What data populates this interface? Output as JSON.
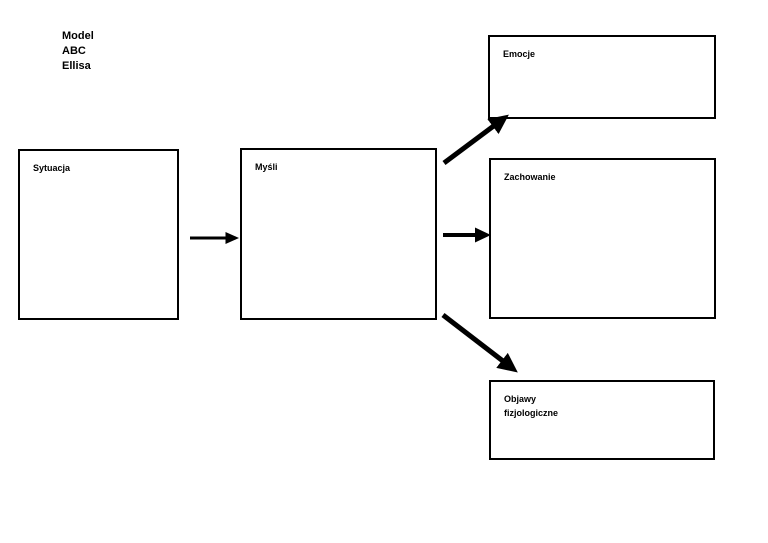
{
  "diagram": {
    "title": "Model\nABC\nEllisa",
    "title_lines": [
      "Model",
      "ABC",
      "Ellisa"
    ],
    "background_color": "#ffffff",
    "stroke_color": "#000000",
    "nodes": [
      {
        "id": "sytuacja",
        "label": "Sytuacja"
      },
      {
        "id": "mysli",
        "label": "Myśli"
      },
      {
        "id": "emocje",
        "label": "Emocje"
      },
      {
        "id": "zachowanie",
        "label": "Zachowanie"
      },
      {
        "id": "objawy",
        "label": "Objawy fizjologiczne"
      }
    ],
    "connectors": [
      {
        "id": "sytuacja-to-mysli",
        "from": "sytuacja",
        "to": "mysli",
        "direction": "right"
      },
      {
        "id": "mysli-to-emocje",
        "from": "mysli",
        "to": "emocje",
        "direction": "up-right"
      },
      {
        "id": "mysli-to-zachowanie",
        "from": "mysli",
        "to": "zachowanie",
        "direction": "right"
      },
      {
        "id": "mysli-to-objawy",
        "from": "mysli",
        "to": "objawy",
        "direction": "down-right"
      }
    ]
  }
}
